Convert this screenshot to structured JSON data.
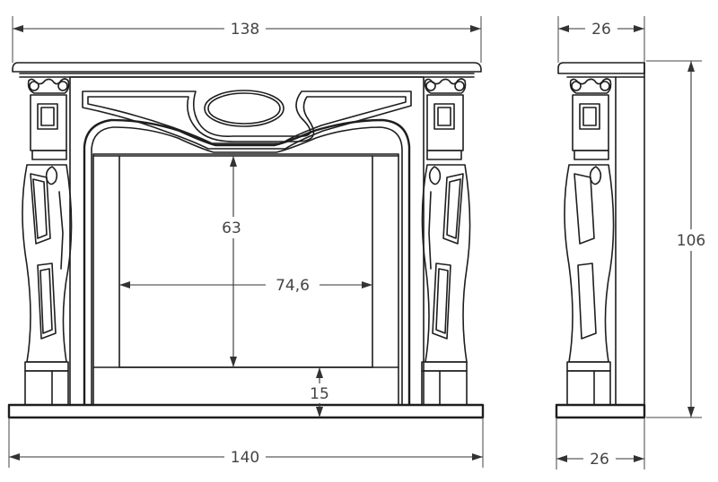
{
  "front_view": {
    "overall_width_top": "138",
    "overall_width_base": "140",
    "opening_height": "63",
    "opening_width": "74,6",
    "hearth_height": "15"
  },
  "side_view": {
    "depth_top": "26",
    "depth_base": "26",
    "total_height": "106"
  }
}
